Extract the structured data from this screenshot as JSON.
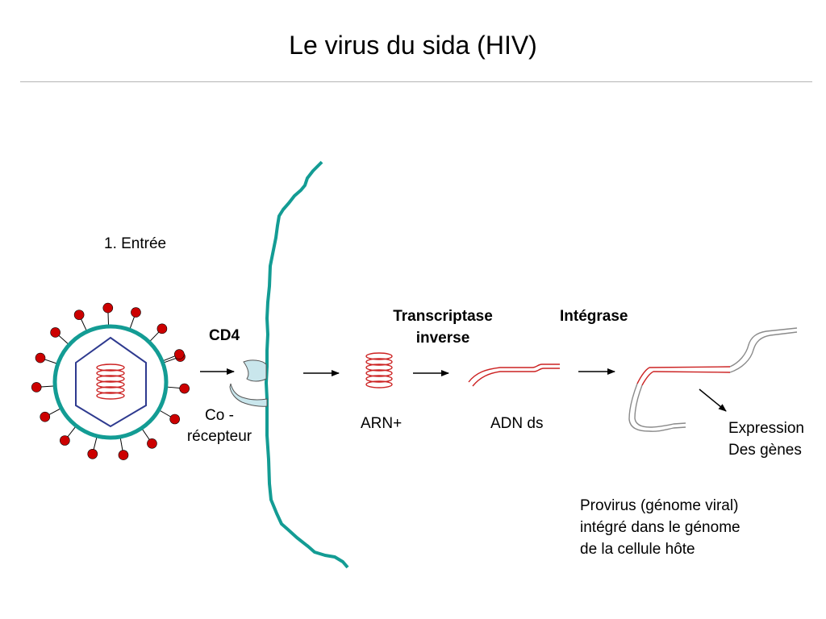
{
  "title": "Le virus du sida (HIV)",
  "step_label": "1. Entrée",
  "labels": {
    "cd4": "CD4",
    "coreceptor_line1": "Co -",
    "coreceptor_line2": "récepteur",
    "rt_line1": "Transcriptase",
    "rt_line2": "inverse",
    "integrase": "Intégrase",
    "arn": "ARN+",
    "adn": "ADN ds",
    "expression_line1": "Expression",
    "expression_line2": "Des gènes",
    "provirus_line1": "Provirus (génome viral)",
    "provirus_line2": "intégré dans le génome",
    "provirus_line3": "de la cellule hôte"
  },
  "colors": {
    "membrane": "#139c94",
    "envelope": "#139c94",
    "capsid": "#2e3a8f",
    "spike_knob": "#cc0000",
    "rna": "#cc2222",
    "host_dna": "#8a8a8a",
    "receptor": "#c9e6ec"
  }
}
